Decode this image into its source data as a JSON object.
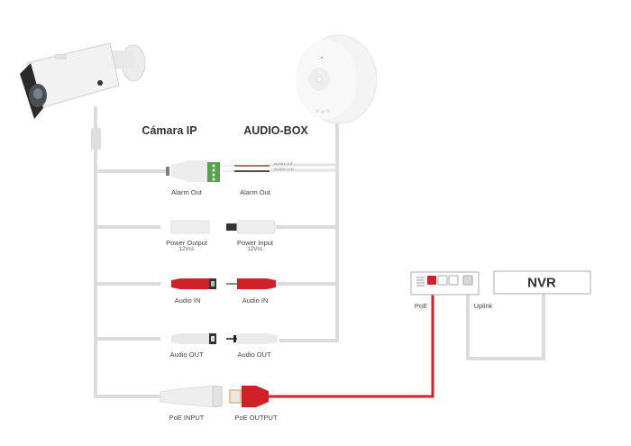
{
  "headers": {
    "camera": "Cámara IP",
    "audiobox": "AUDIO-BOX"
  },
  "connections": [
    {
      "left": "Alarm Out",
      "right": "Alarm Out"
    },
    {
      "left": "Power Output",
      "left_sub": "12Vcc",
      "right": "Power Input",
      "right_sub": "12Vcc"
    },
    {
      "left": "Audio IN",
      "right": "Audio IN"
    },
    {
      "left": "Audio OUT",
      "right": "Audio OUT"
    },
    {
      "left": "PoE INPUT",
      "right": "PoE OUTPUT"
    }
  ],
  "alarm_wires": [
    "ALARM OUT",
    "ALARM COM"
  ],
  "switch": {
    "poe_label": "PoE",
    "uplink_label": "Uplink"
  },
  "nvr": {
    "label": "NVR"
  },
  "colors": {
    "cable": "#dcdcdc",
    "red": "#d0202a",
    "green": "#5aa050",
    "brown": "#8b4a2b"
  }
}
